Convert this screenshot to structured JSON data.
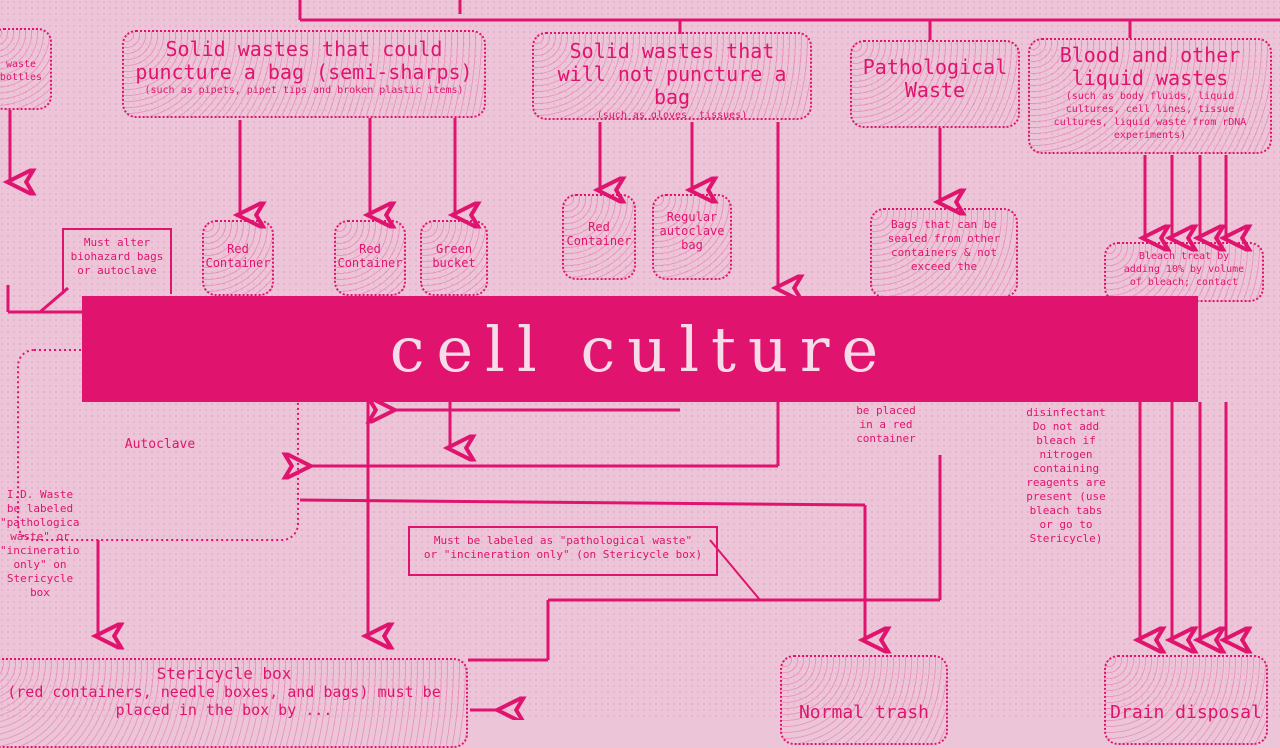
{
  "title": "cell culture",
  "colors": {
    "background": "#ecc6d8",
    "accent": "#e0146e",
    "banner_text": "#f6dce8"
  },
  "nodes": {
    "semi_sharps": {
      "main": "Solid wastes that could puncture a bag (semi-sharps)",
      "sub": "(such as pipets, pipet tips and broken plastic items)"
    },
    "non_puncture": {
      "main": "Solid wastes that will not puncture a bag",
      "sub": "(such as gloves, tissues)"
    },
    "pathological": {
      "main": "Pathological Waste"
    },
    "liquid": {
      "main": "Blood and other liquid wastes",
      "sub": "(such as body fluids, liquid cultures, cell lines, tissue cultures, liquid waste from rDNA experiments)"
    },
    "left_top": {
      "main": "waste\nbottles"
    },
    "red_container_1": {
      "main": "Red\nContainer"
    },
    "red_container_2": {
      "main": "Red\nContainer"
    },
    "green_bucket": {
      "main": "Green\nbucket"
    },
    "red_container_3": {
      "main": "Red\nContainer"
    },
    "regular_bag": {
      "main": "Regular\nautoclave\nbag"
    },
    "autoclave": {
      "main": "Autoclave"
    },
    "stericycle_box": {
      "main": "Stericycle box",
      "sub": "(red containers, needle boxes, and bags) must be placed in the box by ..."
    },
    "normal_trash": {
      "main": "Normal trash"
    },
    "drain_disposal": {
      "main": "Drain disposal"
    }
  },
  "notes": {
    "must_alter": "Must alter\nbiohazard bags\nor autoclave",
    "must_segregate": "Bags that can be\nsealed from other\ncontainers & not\nexceed the",
    "bleach": "Bleach treat by\nadding 10% by volume\nof bleach; contact",
    "label_note": "Must be labeled as \"pathological waste\"\nor \"incineration only\" (on Stericycle box)",
    "be_placed": "be placed\nin a red\ncontainer",
    "disinfectant": "disinfectant\nDo not add\nbleach if\nnitrogen\ncontaining\nreagents are\npresent (use\nbleach tabs\nor go to\nStericycle)",
    "left_mid": "I.D. Waste\nbe labeled\n\"pathological\nwaste\" or\n\"incineration\nonly\" on\nStericycle\nbox"
  }
}
